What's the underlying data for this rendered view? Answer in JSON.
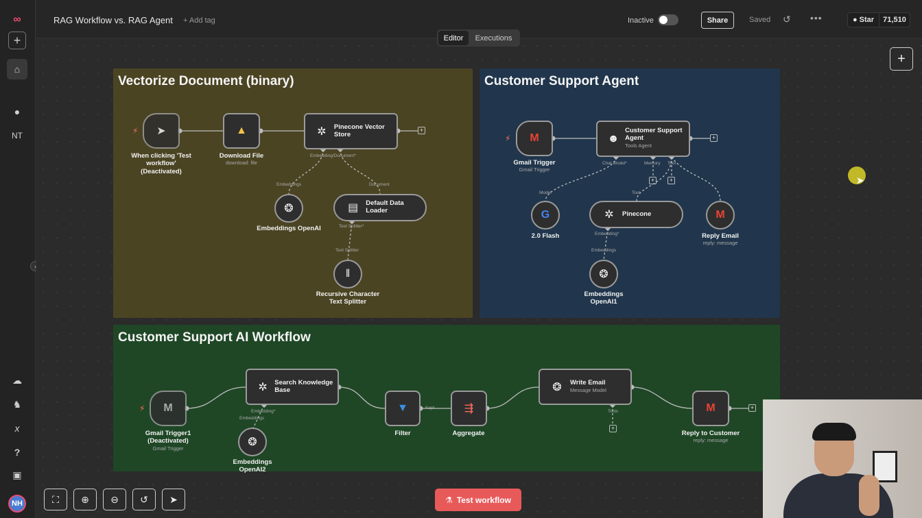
{
  "header": {
    "title": "RAG Workflow vs. RAG Agent",
    "add_tag": "+ Add tag",
    "status_label": "Inactive",
    "share_label": "Share",
    "saved_label": "Saved",
    "github_star_label": "Star",
    "github_star_count": "71,510"
  },
  "tabs": {
    "editor": "Editor",
    "executions": "Executions"
  },
  "sidebar": {
    "user_initials": "NT",
    "avatar_initials": "NH"
  },
  "stickies": {
    "vectorize": "Vectorize Document (binary)",
    "agent": "Customer Support Agent",
    "workflow": "Customer Support AI Workflow"
  },
  "nodes": {
    "manual_trigger": "When clicking 'Test workflow' (Deactivated)",
    "download_file": "Download File",
    "download_file_sub": "download: file",
    "pinecone_store": "Pinecone Vector Store",
    "embeddings_openai": "Embeddings OpenAI",
    "default_loader": "Default Data Loader",
    "text_splitter": "Recursive Character Text Splitter",
    "gmail_trigger": "Gmail Trigger",
    "gmail_trigger_sub": "Gmail Trigger",
    "cs_agent": "Customer Support Agent",
    "cs_agent_sub": "Tools Agent",
    "flash": "2.0 Flash",
    "pinecone": "Pinecone",
    "reply_email": "Reply Email",
    "reply_email_sub": "reply: message",
    "embeddings_openai1": "Embeddings OpenAI1",
    "gmail_trigger1": "Gmail Trigger1 (Deactivated)",
    "gmail_trigger1_sub": "Gmail Trigger",
    "search_kb": "Search Knowledge Base",
    "embeddings_openai2": "Embeddings OpenAI2",
    "filter": "Filter",
    "aggregate": "Aggregate",
    "write_email": "Write Email",
    "write_email_sub": "Message Model",
    "reply_customer": "Reply to Customer",
    "reply_customer_sub": "reply: message"
  },
  "ports": {
    "embedding_document": "Embedding/Document*",
    "embeddings": "Embeddings",
    "document": "Document",
    "text_splitter_in": "Text Splitter*",
    "text_splitter_out": "Text Splitter",
    "chat_model": "Chat Model*",
    "memory": "Memory",
    "tool": "Tool",
    "model": "Model",
    "tool2": "Tool",
    "embedding": "Embedding*",
    "embeddings2": "Embeddings",
    "embedding_kb": "Embedding*",
    "embeddings3": "Embeddings",
    "kept": "Kept",
    "tools": "Tools"
  },
  "footer": {
    "test_workflow": "Test workflow"
  }
}
